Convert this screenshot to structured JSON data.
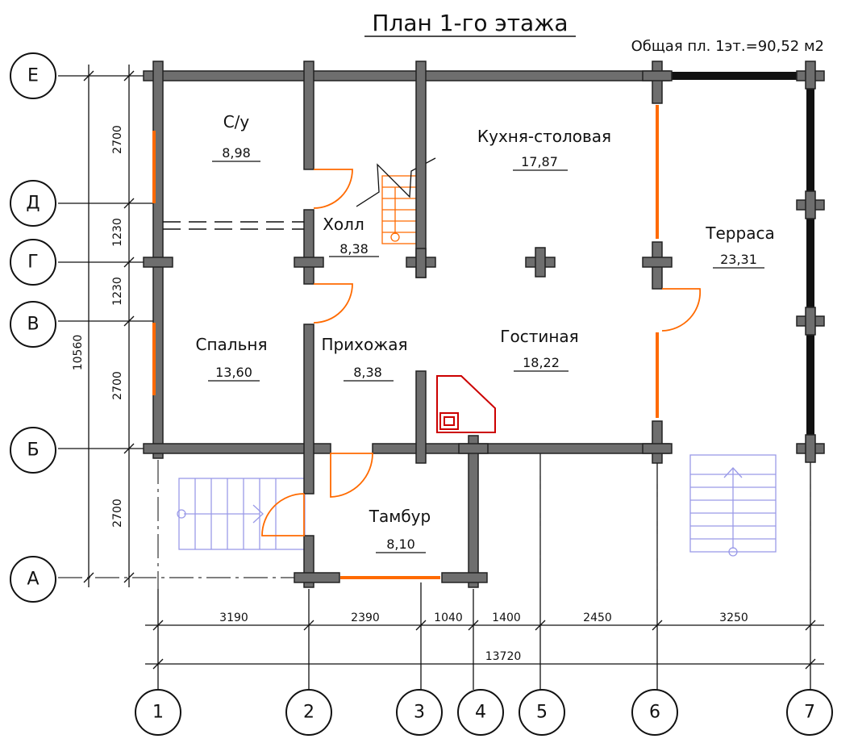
{
  "title": "План 1-го этажа",
  "total_area": "Общая пл. 1эт.=90,52 м2",
  "rooms": [
    {
      "name": "С/у",
      "area": "8,98"
    },
    {
      "name": "Кухня-столовая",
      "area": "17,87"
    },
    {
      "name": "Холл",
      "area": "8,38"
    },
    {
      "name": "Терраса",
      "area": "23,31"
    },
    {
      "name": "Спальня",
      "area": "13,60"
    },
    {
      "name": "Прихожая",
      "area": "8,38"
    },
    {
      "name": "Гостиная",
      "area": "18,22"
    },
    {
      "name": "Тамбур",
      "area": "8,10"
    }
  ],
  "row_axes": [
    "Е",
    "Д",
    "Г",
    "В",
    "Б",
    "А"
  ],
  "col_axes": [
    "1",
    "2",
    "3",
    "4",
    "5",
    "6",
    "7"
  ],
  "vertical_dims": [
    "2700",
    "1230",
    "1230",
    "2700",
    "2700"
  ],
  "vertical_total": "10560",
  "horizontal_dims": [
    "3190",
    "2390",
    "1040",
    "1400",
    "2450",
    "3250"
  ],
  "horizontal_total": "13720",
  "colors": {
    "wall": "#6e6e6e",
    "opening": "#ff6a00",
    "stair": "#9a9ae8",
    "stove": "#cc0000"
  }
}
